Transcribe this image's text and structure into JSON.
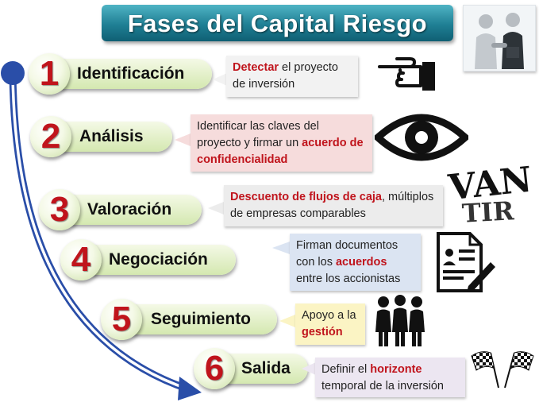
{
  "title": "Fases del Capital Riesgo",
  "phases": [
    {
      "number": "1",
      "name": "Identificación",
      "callout": [
        {
          "text": "Detectar",
          "hl": true
        },
        {
          "text": " el proyecto de inversión",
          "hl": false
        }
      ],
      "icon": "pointing-hand-icon"
    },
    {
      "number": "2",
      "name": "Análisis",
      "callout": [
        {
          "text": "Identificar las claves del proyecto y firmar un ",
          "hl": false
        },
        {
          "text": "acuerdo de confidencialidad",
          "hl": true
        }
      ],
      "icon": "eye-icon"
    },
    {
      "number": "3",
      "name": "Valoración",
      "callout": [
        {
          "text": "Descuento de flujos de caja",
          "hl": true
        },
        {
          "text": ", múltiplos de empresas comparables",
          "hl": false
        }
      ],
      "icon": "van-tir-text"
    },
    {
      "number": "4",
      "name": "Negociación",
      "callout": [
        {
          "text": "Firman documentos con los ",
          "hl": false
        },
        {
          "text": "acuerdos",
          "hl": true
        },
        {
          "text": " entre los accionistas",
          "hl": false
        }
      ],
      "icon": "signed-document-icon"
    },
    {
      "number": "5",
      "name": "Seguimiento",
      "callout": [
        {
          "text": "Apoyo a la ",
          "hl": false
        },
        {
          "text": "gestión",
          "hl": true
        }
      ],
      "icon": "team-icon"
    },
    {
      "number": "6",
      "name": "Salida",
      "callout": [
        {
          "text": "Definir el ",
          "hl": false
        },
        {
          "text": "horizonte",
          "hl": true
        },
        {
          "text": " temporal de la inversión",
          "hl": false
        }
      ],
      "icon": "checkered-flags-icon"
    }
  ],
  "valuation_words": {
    "van": "VAN",
    "tir": "TIR"
  },
  "colors": {
    "accent_red": "#c0141c",
    "title_teal": "#1f7f94",
    "arrow_blue": "#2a4ea8",
    "pill_green": "#d4e8b0"
  }
}
